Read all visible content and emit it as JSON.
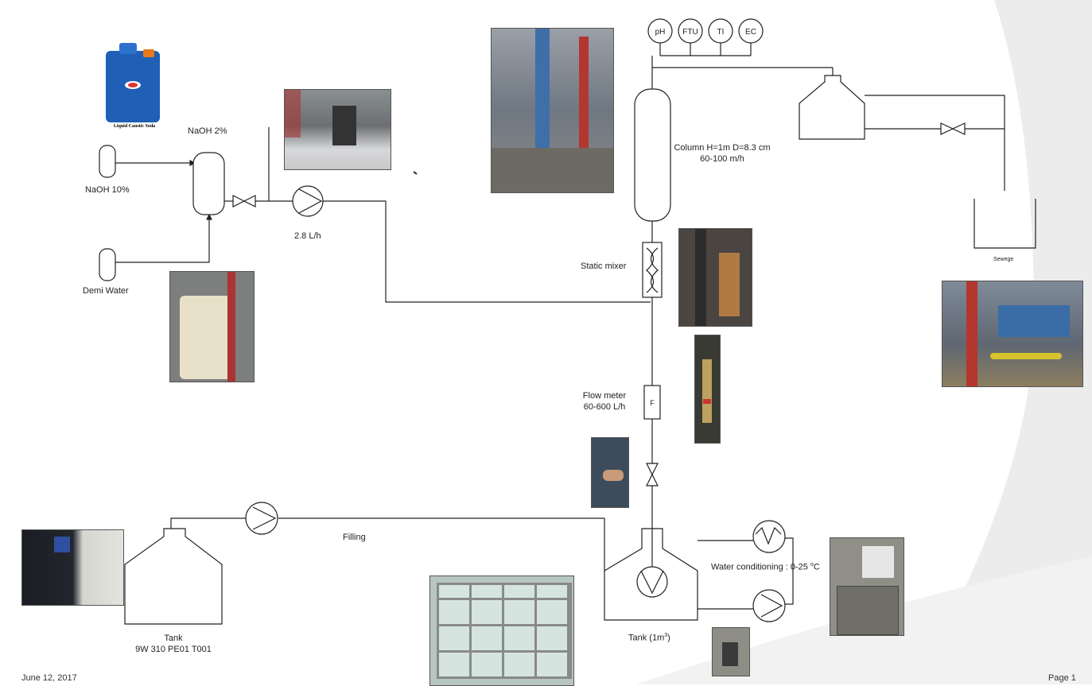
{
  "labels": {
    "naoh_10": "NaOH 10%",
    "demi_water": "Demi Water",
    "naoh_2": "NaOH 2%",
    "pump_rate": "2.8 L/h",
    "column_line1": "Column H=1m D=8.3 cm",
    "column_line2": "60-100 m/h",
    "static_mixer": "Static mixer",
    "flow_meter_line1": "Flow meter",
    "flow_meter_line2": "60-600 L/h",
    "sewege": "Sewege",
    "filling": "Filling",
    "tank_left_line1": "Tank",
    "tank_left_line2": "9W 310 PE01 T001",
    "tank_main": "Tank (1m",
    "tank_main_sup": "3",
    "tank_main_end": ")",
    "water_conditioning": "Water conditioning : 0-25 ",
    "water_conditioning_sup": "o",
    "water_conditioning_end": "C",
    "canister_label": "Liquid Caustic Soda",
    "flow_meter_mark": "F"
  },
  "sensors": [
    "pH",
    "FTU",
    "TI",
    "EC"
  ],
  "footer": {
    "date": "June 12, 2017",
    "page": "Page 1"
  },
  "colors": {
    "line": "#222222",
    "canister_blue": "#1f5fb5",
    "swoosh": "#e8e8e8"
  }
}
